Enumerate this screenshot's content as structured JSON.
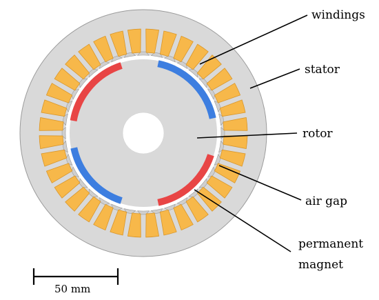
{
  "labels": {
    "windings": "windings",
    "stator": "stator",
    "rotor": "rotor",
    "air_gap": "air gap",
    "permanent_magnet_line1": "permanent",
    "permanent_magnet_line2": "magnet"
  },
  "scale_bar": {
    "text": "50 mm"
  },
  "slot_count": 36,
  "magnet_pole_count": 4,
  "colors": {
    "stator": "#d9d9d9",
    "stator_outline": "#9a9a9a",
    "windings": "#f7b84a",
    "windings_outline": "#d9962a",
    "magnet_north": "#e84545",
    "magnet_south": "#3d7ee0",
    "rotor": "#d9d9d9",
    "shaft_hole": "#ffffff",
    "leader_line": "#000000"
  }
}
